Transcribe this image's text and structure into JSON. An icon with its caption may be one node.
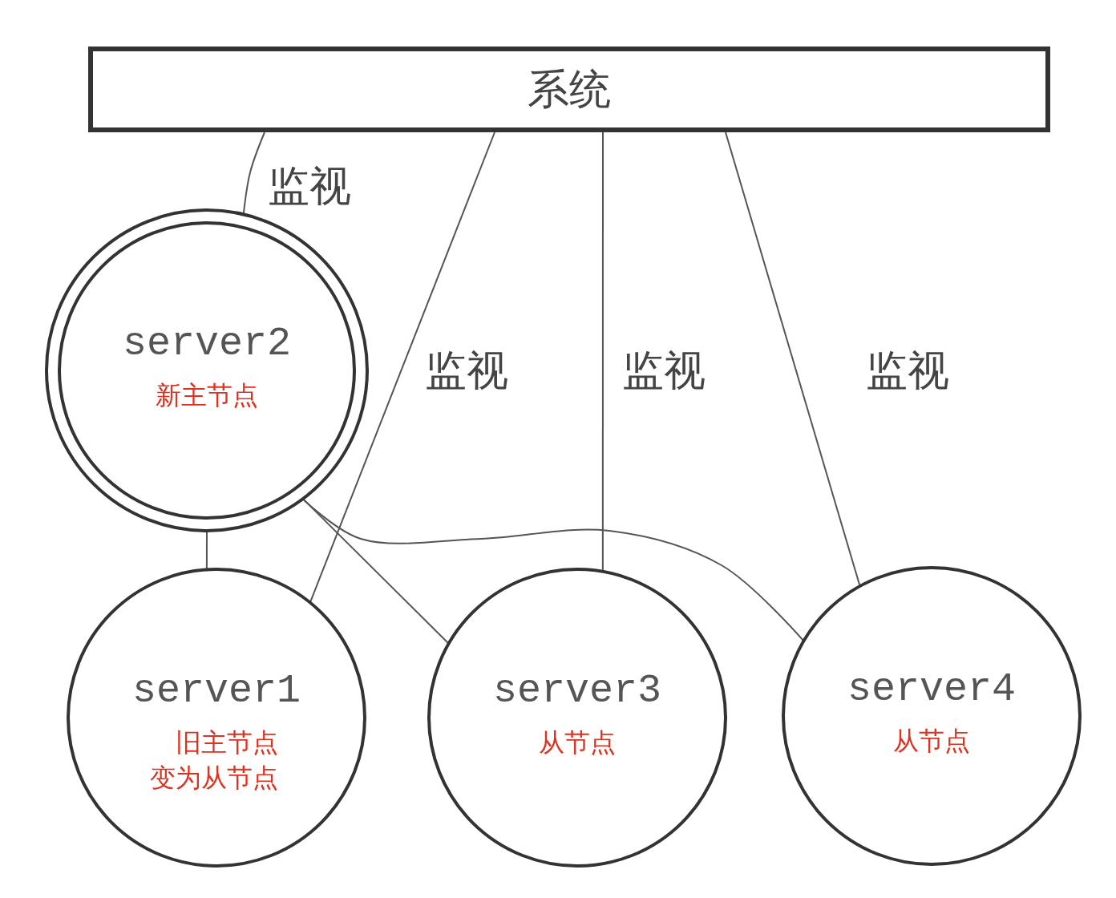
{
  "diagram": {
    "nodes": [
      {
        "text": [
          "系统"
        ]
      },
      {
        "text": [
          "server2",
          "新主节点"
        ]
      },
      {
        "text": [
          "server1",
          "旧主节点变为从节点"
        ]
      },
      {
        "text": [
          "server3",
          "从节点"
        ]
      },
      {
        "text": [
          "server4",
          "从节点"
        ]
      }
    ],
    "edges": [
      {
        "from": 0,
        "to": 1,
        "arrow": "none",
        "label": "监视"
      },
      {
        "from": 0,
        "to": 2,
        "arrow": "none",
        "label": "监视"
      },
      {
        "from": 0,
        "to": 3,
        "arrow": "none",
        "label": "监视"
      },
      {
        "from": 0,
        "to": 4,
        "arrow": "none",
        "label": "监视"
      },
      {
        "from": 1,
        "to": 2,
        "arrow": "none"
      },
      {
        "from": 1,
        "to": 3,
        "arrow": "none"
      },
      {
        "from": 1,
        "to": 4,
        "arrow": "none"
      }
    ]
  }
}
